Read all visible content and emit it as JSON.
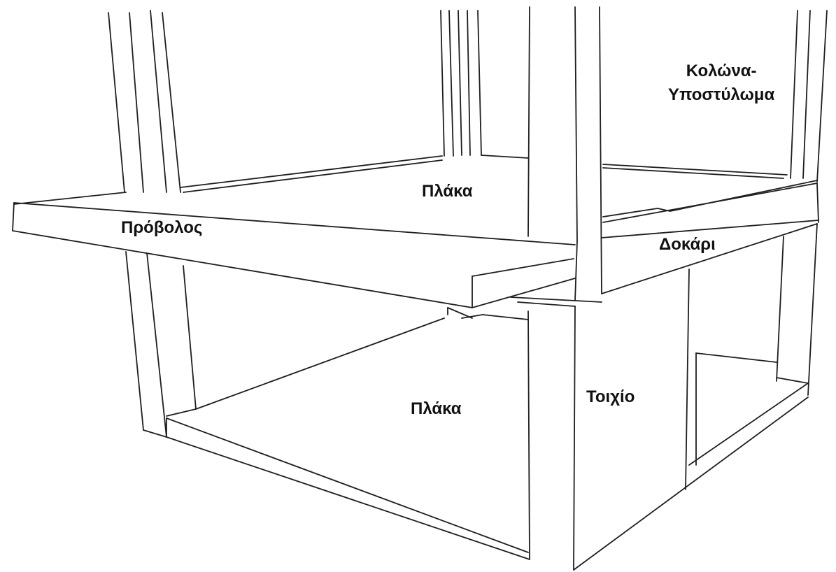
{
  "labels": {
    "column": {
      "line1": "Κολώνα-",
      "line2": "Υποστύλωμα"
    },
    "slab_upper": "Πλάκα",
    "cantilever": "Πρόβολος",
    "beam": "Δοκάρι",
    "slab_lower": "Πλάκα",
    "wall": "Τοιχίο"
  },
  "colors": {
    "ink": "#1e1e1e",
    "background": "#ffffff"
  }
}
